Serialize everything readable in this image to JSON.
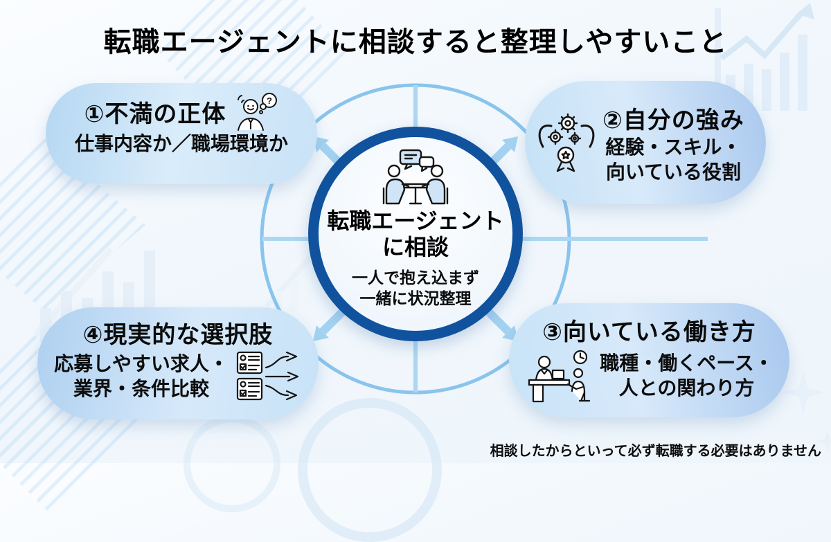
{
  "title": "転職エージェントに相談すると整理しやすいこと",
  "center": {
    "icon": "consultation-people-icon",
    "name_line1": "転職エージェント",
    "name_line2": "に相談",
    "sub_line1": "一人で抱え込まず",
    "sub_line2": "一緒に状況整理"
  },
  "bubbles": [
    {
      "position": "top-left",
      "title": "①不満の正体",
      "line1": "仕事内容か／職場環境か",
      "icon": "confused-person-icon"
    },
    {
      "position": "top-right",
      "title": "②自分の強み",
      "line1": "経験・スキル・",
      "line2": "向いている役割",
      "icon": "strengths-gears-medal-icon"
    },
    {
      "position": "bottom-right",
      "title": "③向いている働き方",
      "line1": "職種・働くペース・",
      "line2": "人との関わり方",
      "icon": "workstyle-desk-clock-icon"
    },
    {
      "position": "bottom-left",
      "title": "④現実的な選択肢",
      "line1": "応募しやすい求人・",
      "line2": "業界・条件比較",
      "icon": "compare-documents-icon"
    }
  ],
  "footer_note": "相談したからといって必ず転職する必要はありません",
  "colors": {
    "center_ring": "#10529e",
    "outer_ring": "#8ac4ed",
    "spoke": "#abd7f4",
    "arrow": "#a3d2f1",
    "bubble_edge": "#aac8ee",
    "bubble_light": "#d9ecfa",
    "text": "#0b0b0b"
  }
}
